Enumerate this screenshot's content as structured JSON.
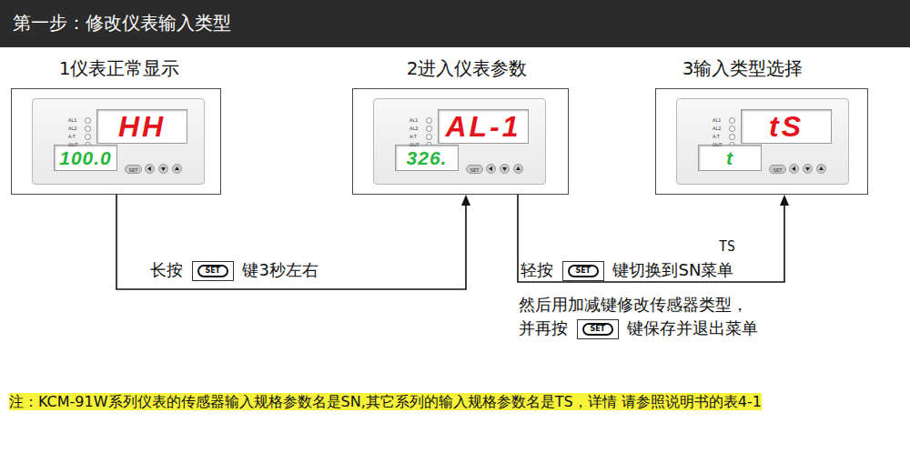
{
  "diagram": {
    "title": "第一步：修改仪表输入类型",
    "nodes": [
      {
        "text": [
          "1仪表正常显示"
        ]
      },
      {
        "text": [
          "HH"
        ],
        "in": 0
      },
      {
        "text": [
          "100.0"
        ],
        "in": 0
      },
      {
        "text": [
          "2进入仪表参数"
        ]
      },
      {
        "text": [
          "AL-1"
        ],
        "in": 3
      },
      {
        "text": [
          "326."
        ],
        "in": 3
      },
      {
        "text": [
          "3输入类型选择"
        ]
      },
      {
        "text": [
          "tS"
        ],
        "in": 6
      },
      {
        "text": [
          "t"
        ],
        "in": 6
      }
    ],
    "edges": [
      {
        "from": 0,
        "to": 3,
        "arrow": "to",
        "label": "长按 SET 键3秒左右"
      },
      {
        "from": 3,
        "to": 6,
        "arrow": "to",
        "label": "轻按 SET 键切换到SN菜单"
      }
    ],
    "labels": [
      "AL1",
      "AL2",
      "A-T",
      "OUT",
      "SET",
      "AL1",
      "AL2",
      "A-T",
      "OUT",
      "SET",
      "AL1",
      "AL2",
      "A-T",
      "OUT",
      "SET",
      "TS",
      "然后用加减键修改传感器类型， 并再按 SET 键保存并退出菜单",
      "注：KCM-91W系列仪表的传感器输入规格参数名是SN,其它系列的输入规格参数名是TS，详情 请参照说明书的表4-1"
    ]
  }
}
